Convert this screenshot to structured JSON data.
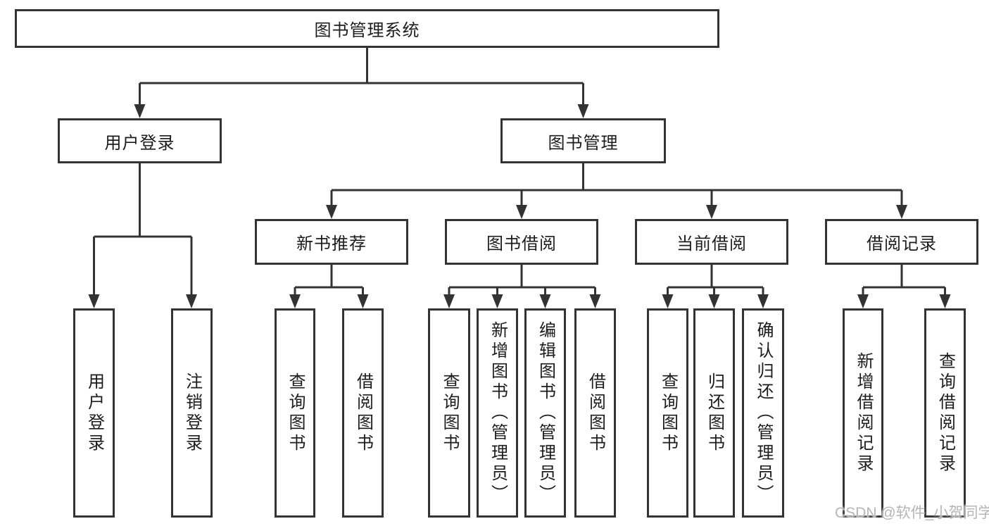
{
  "diagram": {
    "title": "图书管理系统",
    "root": {
      "label": "图书管理系统"
    },
    "branches": [
      {
        "label": "用户登录",
        "children": [
          "用户登录",
          "注销登录"
        ]
      },
      {
        "label": "图书管理",
        "sections": [
          {
            "label": "新书推荐",
            "children": [
              "查询图书",
              "借阅图书"
            ]
          },
          {
            "label": "图书借阅",
            "children": [
              "查询图书",
              "新增图书（管理员）",
              "编辑图书（管理员）",
              "借阅图书"
            ]
          },
          {
            "label": "当前借阅",
            "children": [
              "查询图书",
              "归还图书",
              "确认归还（管理员）"
            ]
          },
          {
            "label": "借阅记录",
            "children": [
              "新增借阅记录",
              "查询借阅记录"
            ]
          }
        ]
      }
    ]
  },
  "watermark": "CSDN @软件_小贺同学",
  "colors": {
    "line": "#333333",
    "text": "#1c1c1c",
    "background": "#ffffff",
    "watermark": "#b5b5b5"
  }
}
